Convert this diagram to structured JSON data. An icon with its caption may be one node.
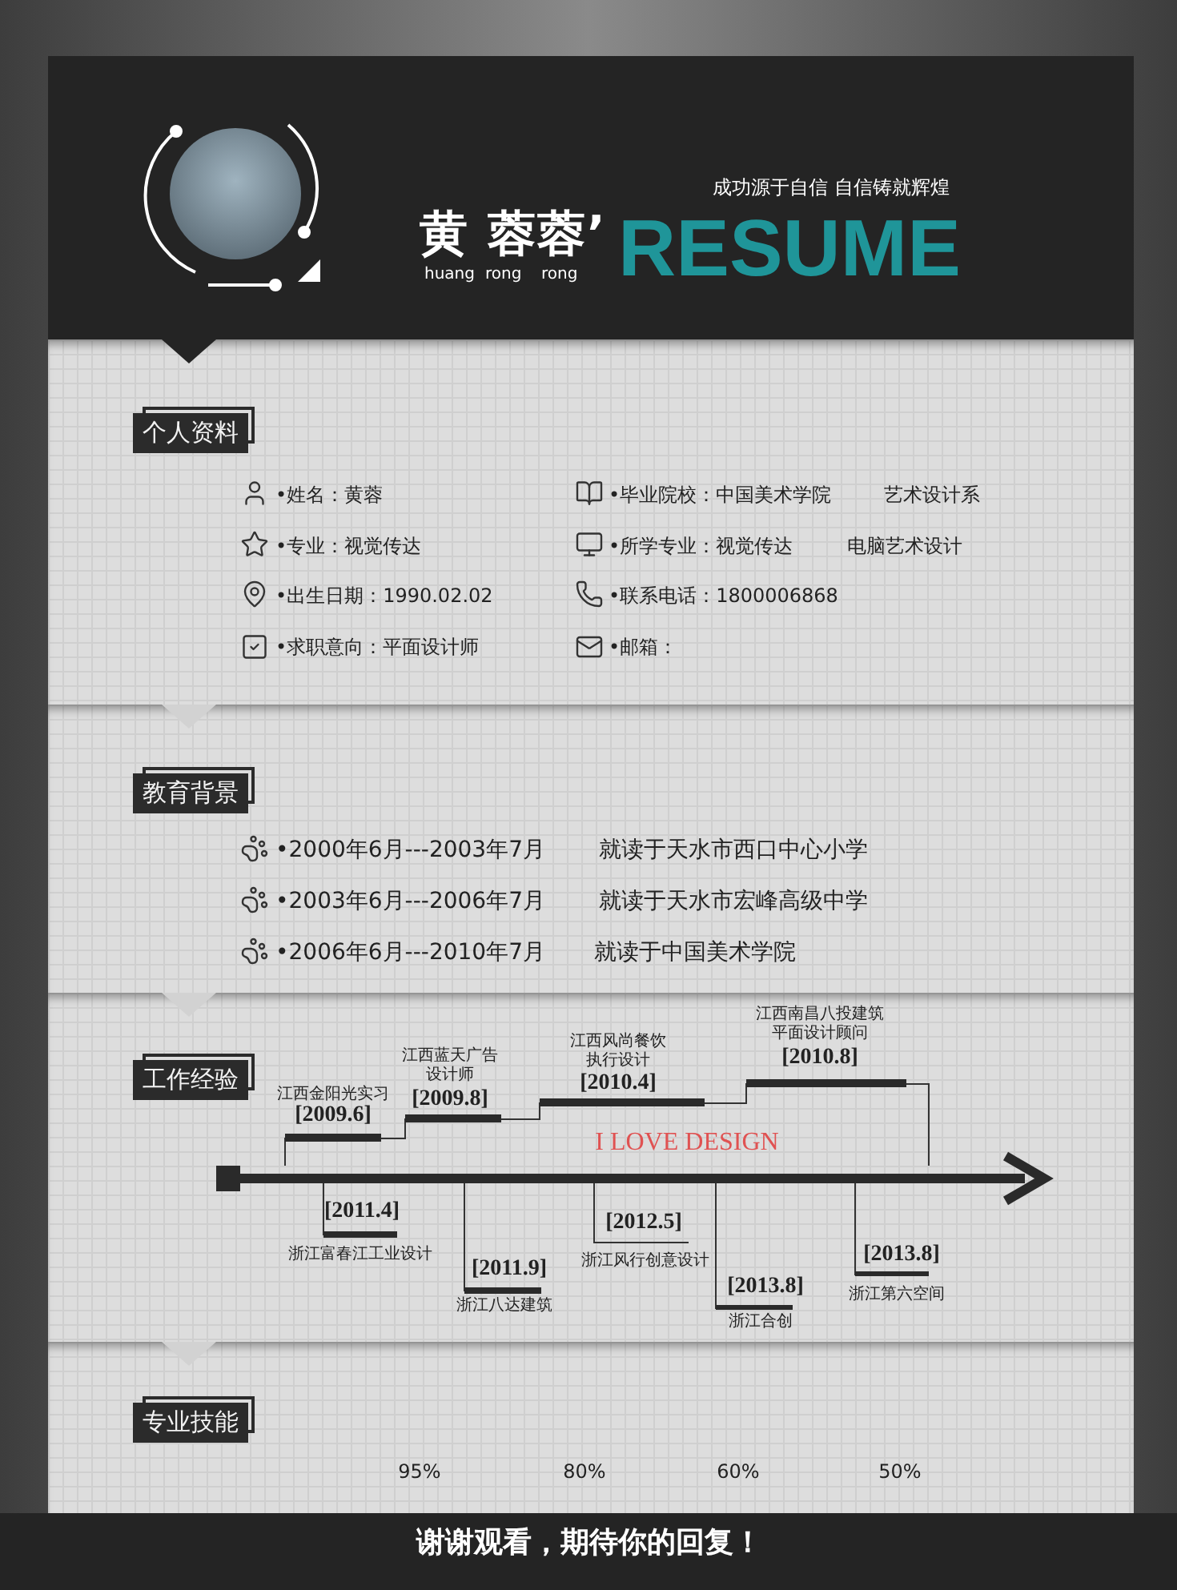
{
  "diagram": {
    "nodes": [
      {
        "text": [
          "个人资料"
        ]
      },
      {
        "text": [
          "教育背景"
        ]
      },
      {
        "text": [
          "工作经验"
        ]
      },
      {
        "text": [
          "专业技能"
        ]
      }
    ],
    "labels": [
      "成功源于自信  自信铸就辉煌",
      "黄 蓉蓉’",
      "huang",
      "rong",
      "rong",
      "RESUME",
      "•姓名：黄蓉",
      "•毕业院校：中国美术学院",
      "艺术设计系",
      "•专业：视觉传达",
      "•所学专业：视觉传达",
      "电脑艺术设计",
      "•出生日期：1990.02.02",
      "•联系电话：1800006868",
      "•求职意向：平面设计师",
      "•邮箱：",
      "•2000年6月---2003年7月",
      "就读于天水市西口中心小学",
      "•2003年6月---2006年7月",
      "就读于天水市宏峰高级中学",
      "•2006年6月---2010年7月",
      "就读于中国美术学院",
      "江西金阳光实习",
      "[2009.6]",
      "江西蓝天广告设计师",
      "[2009.8]",
      "江西风尚餐饮执行设计",
      "[2010.4]",
      "江西南昌八投建筑平面设计顾问",
      "[2010.8]",
      "I LOVE DESIGN",
      "[2011.4]",
      "浙江富春江工业设计",
      "[2011.9]",
      "浙江八达建筑",
      "[2012.5]",
      "浙江风行创意设计",
      "[2013.8]",
      "浙江合创",
      "[2013.8]",
      "浙江第六空间",
      "95%",
      "80%",
      "60%",
      "50%",
      "谢谢观看，期待你的回复！"
    ]
  }
}
